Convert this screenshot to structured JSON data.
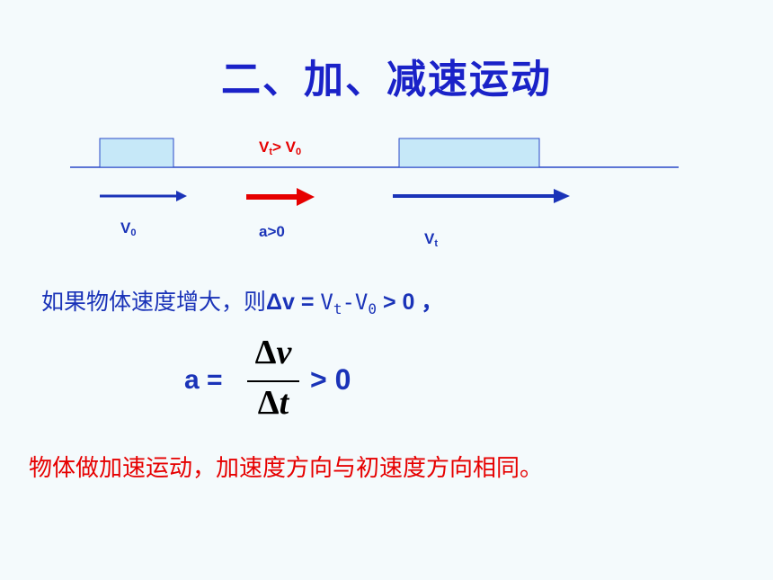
{
  "title": "二、加、减速运动",
  "diagram": {
    "condition_prefix": "V",
    "condition_sub": "t",
    "condition_mid": "> V",
    "condition_sub2": "0",
    "v0_label": "V",
    "v0_sub": "0",
    "accel_label": "a>0",
    "vt_label": "V",
    "vt_sub": "t"
  },
  "statement": {
    "text_cn": "如果物体速度增大，则",
    "delta_v": "Δv = ",
    "vt": "V",
    "vt_sub": "t",
    "minus_v0": "-V",
    "v0_sub": "0",
    "tail": " > 0 ，"
  },
  "formula": {
    "lhs": "a =",
    "num_delta": "Δ",
    "num_var": "v",
    "den_delta": "Δ",
    "den_var": "t",
    "rhs": "> 0"
  },
  "conclusion": "物体做加速运动，加速度方向与初速度方向相同。",
  "colors": {
    "title_blue": "#1a22c8",
    "text_blue": "#1a33b8",
    "accent_red": "#e60000",
    "block_fill": "#c6e8f8"
  }
}
